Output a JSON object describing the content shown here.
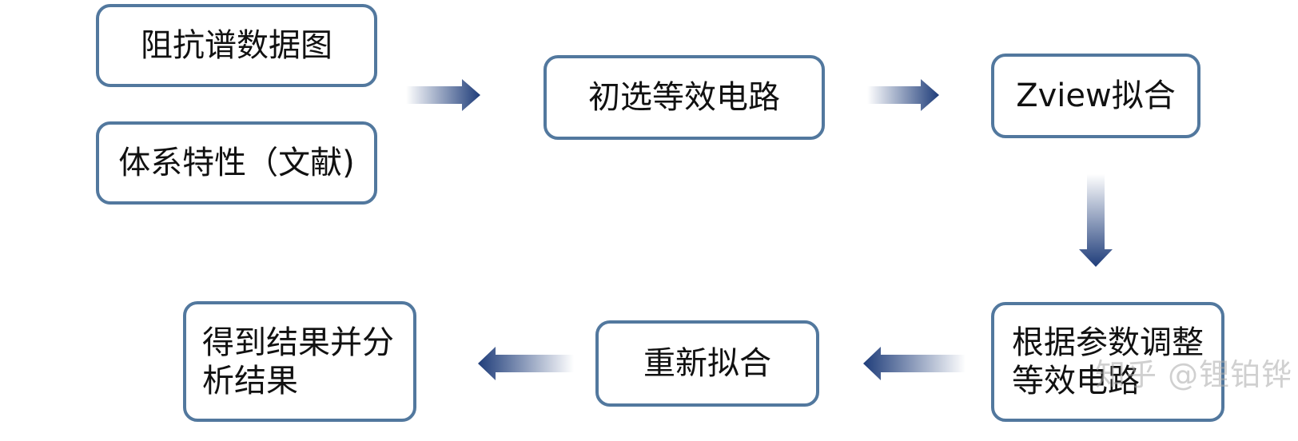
{
  "nodes": {
    "impedance": "阻抗谱数据图",
    "system": "体系特性（文献)",
    "initial": "初选等效电路",
    "zview": "Zview拟合",
    "adjust_line1": "根据参数调整",
    "adjust_line2": "等效电路",
    "refit": "重新拟合",
    "result_line1": "得到结果并分",
    "result_line2": "析结果"
  },
  "watermark": "知乎 @锂铂铧",
  "colors": {
    "box_border": "#52789e",
    "arrow_dark": "#1f3d7a",
    "arrow_light": "#ffffff"
  }
}
